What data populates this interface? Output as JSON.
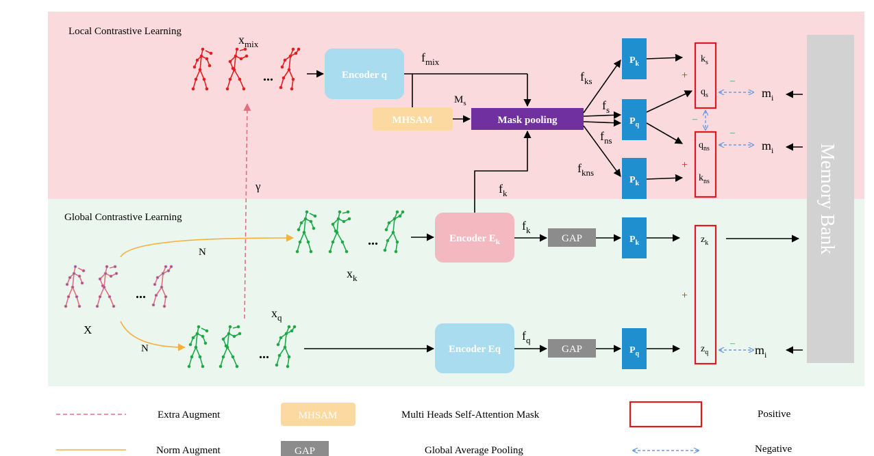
{
  "sections": {
    "local_title": "Local Contrastive Learning",
    "global_title": "Global Contrastive Learning"
  },
  "memory_bank": {
    "label": "Memory Bank"
  },
  "labels": {
    "x_mix": "x",
    "x_mix_sub": "mix",
    "x_k": "x",
    "x_k_sub": "k",
    "x_q": "x",
    "x_q_sub": "q",
    "X": "X",
    "N_top": "N",
    "N_bottom": "N",
    "gamma": "γ",
    "f_mix": "f",
    "f_mix_sub": "mix",
    "M_s": "M",
    "M_s_sub": "s",
    "f_k_mid": "f",
    "f_k_mid_sub": "k",
    "f_k_right": "f",
    "f_k_right_sub": "k",
    "f_q": "f",
    "f_q_sub": "q",
    "f_ks": "f",
    "f_ks_sub": "ks",
    "f_s": "f",
    "f_s_sub": "s",
    "f_ns": "f",
    "f_ns_sub": "ns",
    "f_kns": "f",
    "f_kns_sub": "kns",
    "ellipsis": "..."
  },
  "boxes": {
    "encoder_q": "Encoder q",
    "encoder_ek": "Encoder E",
    "encoder_ek_sub": "k",
    "encoder_eq": "Encoder Eq",
    "mhsam": "MHSAM",
    "mask_pooling": "Mask pooling",
    "gap_top": "GAP",
    "gap_bottom": "GAP",
    "p1": "P",
    "p1_sub": "k",
    "p2": "P",
    "p2_sub": "q",
    "p3": "P",
    "p3_sub": "k",
    "p4": "P",
    "p4_sub": "k",
    "p5": "P",
    "p5_sub": "q"
  },
  "features": {
    "k_s": "k",
    "k_s_sub": "s",
    "q_s": "q",
    "q_s_sub": "s",
    "q_ns": "q",
    "q_ns_sub": "ns",
    "k_ns": "k",
    "k_ns_sub": "ns",
    "z_k": "z",
    "z_k_sub": "k",
    "z_q": "z",
    "z_q_sub": "q",
    "m1": "m",
    "m1_sub": "i",
    "m2": "m",
    "m2_sub": "i",
    "m3": "m",
    "m3_sub": "i"
  },
  "signs": {
    "plus_top": "+",
    "plus_mid": "+",
    "plus_global": "+",
    "minus_1": "–",
    "minus_2": "–",
    "minus_3": "–",
    "minus_4": "–"
  },
  "legend": {
    "extra_augment": "Extra Augment",
    "norm_augment": "Norm Augment",
    "mhsam_box": "MHSAM",
    "mhsam_desc": "Multi Heads Self-Attention Mask",
    "gap_box": "GAP",
    "gap_desc": "Global Average Pooling",
    "positive": "Positive",
    "negative": "Negative"
  },
  "colors": {
    "local_bg": "#fadadd",
    "global_bg": "#eaf6ee",
    "memory_bank": "#d2d2d2",
    "encoder_light_blue": "#a8dcee",
    "encoder_pink": "#f4b8c1",
    "mhsam": "#fcd9a0",
    "mask_pooling": "#7030a0",
    "gap": "#8c8c8c",
    "proj": "#1f8fd0",
    "positive_red": "#e0191e",
    "negative_blue": "#6a9ae0",
    "skeleton_red": "#e02020",
    "skeleton_green": "#20a848",
    "skeleton_pink": "#e07080",
    "extra_aug": "#e07080",
    "norm_aug": "#f5b040"
  }
}
